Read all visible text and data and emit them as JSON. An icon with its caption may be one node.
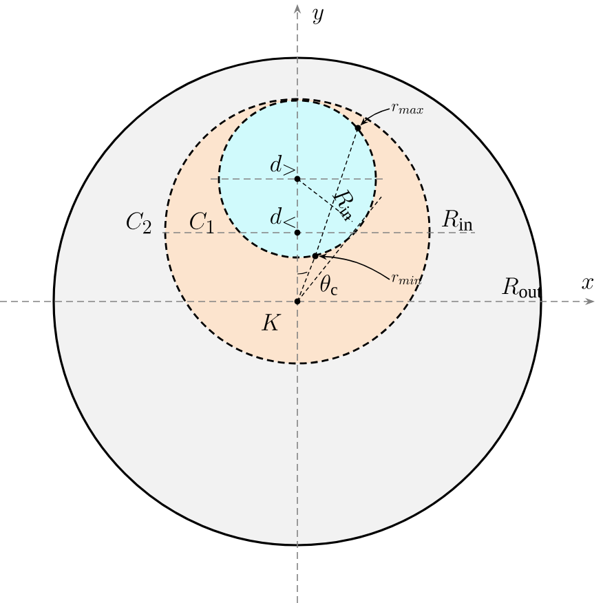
{
  "diagram": {
    "nodes": [
      {
        "text": [
          "r_{max}"
        ]
      },
      {
        "text": [],
        "shape": "circle"
      },
      {
        "text": [
          "r_{min}"
        ]
      },
      {
        "text": [],
        "shape": "circle"
      }
    ],
    "edges": [
      {
        "from": 0,
        "to": 1,
        "arrow": "to"
      },
      {
        "from": 2,
        "to": 3,
        "arrow": "to"
      }
    ],
    "labels": [
      "y",
      "d_{>}",
      "R_{\\mathrm{in}}",
      "C_{2}",
      "C_{1}",
      "d_{<}",
      "R_{\\mathrm{in}}",
      "\\theta_{\\mathrm{c}}",
      "R_{\\mathrm{out}}",
      "x",
      "K"
    ]
  }
}
